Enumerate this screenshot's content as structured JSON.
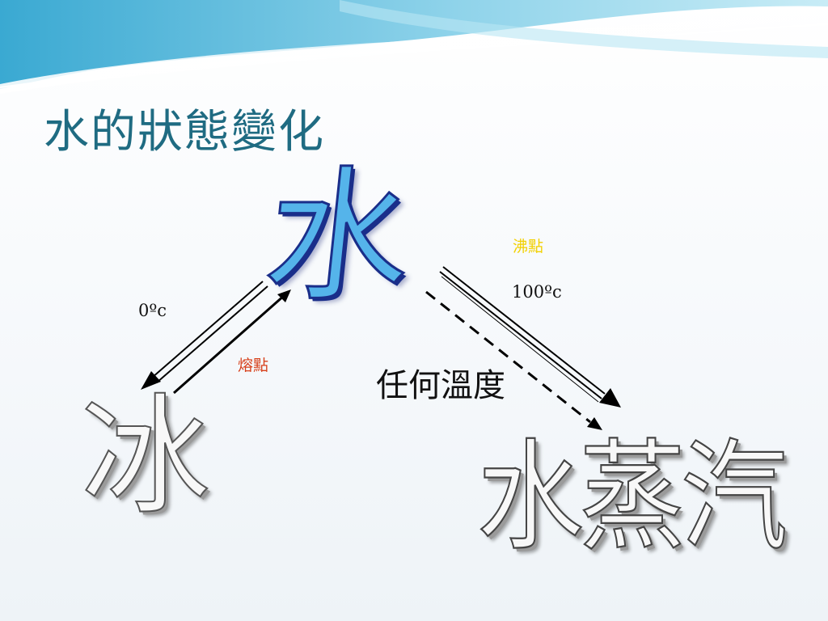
{
  "slide": {
    "title": "水的狀態變化"
  },
  "diagram": {
    "states": {
      "water": "水",
      "ice": "冰",
      "steam": "水蒸汽"
    },
    "labels": {
      "boiling_point": "沸點",
      "boiling_temp": "100ºc",
      "melting_point": "熔點",
      "melting_temp": "0ºc",
      "evaporation": "任何溫度"
    }
  },
  "colors": {
    "title": "#1f6b82",
    "water_fill": "#55b4ea",
    "water_outline": "#1a2e8a",
    "boiling_label": "#f2d000",
    "melting_label": "#d7401b",
    "header_wave": "#3fb0d8"
  }
}
